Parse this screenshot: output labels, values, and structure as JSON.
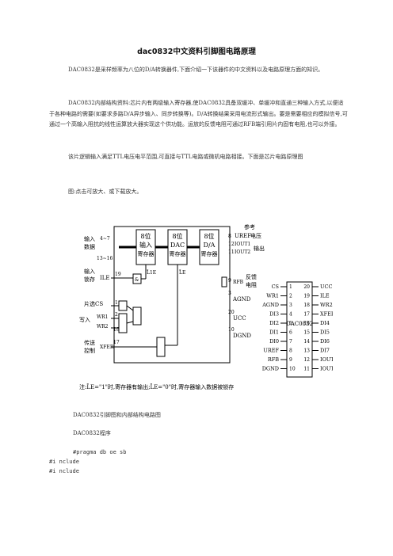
{
  "doc": {
    "title": "dac0832中文资料引脚图电路原理",
    "p1": "DAC0832是采样频率为八位的D/A转换器件,下面介绍一下该器件的中文资料以及电路原理方面的知识。",
    "p2": "DAC0832内部结构资料:芯片内有两级输入寄存器,使DAC0832具备双缓冲、单缓冲和直通三种输入方式,以便适于各种电路的需要(如要求多路D/A异步输入、同步转换等)。D/A转换结果采用电流形式输出。要是需要相应的模拟信号,可通过一个高输入阻抗的线性运算放大器实现这个供功能。运放的反馈电阻可通过RFB端引用片内固有电阻,也可以外接。",
    "p3": "该片逻辑输入满足TTL电压电平范围,可直接与TTL电路或微机电路相接。下面是芯片电路原理图",
    "p4": "图:点击可放大、或下载放大。",
    "caption": "DAC0832引脚图和内部结构电路图",
    "prog": "DAC0832程序",
    "code1": "#pragma db oe sb",
    "code2": "#i nclude",
    "code3": "#i nclude"
  },
  "diagram": {
    "block1": [
      "8位",
      "输入",
      "寄存器"
    ],
    "block2": [
      "8位",
      "DAC",
      "寄存器"
    ],
    "block3": [
      "8位",
      "D/A",
      "寄存器"
    ],
    "in_data": [
      "输入",
      "数据"
    ],
    "in_data_pins": [
      "4~7",
      "13~16"
    ],
    "ile_label": [
      "输入",
      "锁存"
    ],
    "ile": "ILE",
    "ile_pin": "19",
    "l1e": "L̄1E",
    "l2e": "L̄E",
    "cs_label": "片选CS",
    "cs_pin": "1",
    "write_label": "写入",
    "wr1": "WR1",
    "wr1_pin": "2",
    "wr2": "WR2",
    "wr2_pin": "18",
    "xfer_label": [
      "传送",
      "控制"
    ],
    "xfer": "XFER",
    "xfer_pin": "17",
    "ref_label": "参考",
    "vref": "UREF",
    "volt_label": "电压",
    "iout1": "IOUT1",
    "iout2": "IOUT2",
    "out_label": "输出",
    "rfb": "RFB",
    "fb_label": [
      "反馈",
      "电阻"
    ],
    "agnd": "AGND",
    "vcc": "UCC",
    "dgnd": "DGND",
    "pin_nums_right": [
      "8",
      "12",
      "11",
      "9",
      "3",
      "20",
      "10"
    ],
    "note": "注:L̄E=\"1\"时,寄存器有输出;L̄E=\"0\"时,寄存器输入数据被锁存"
  },
  "chip": {
    "name": "DAC0832",
    "left_pins": [
      {
        "n": "1",
        "label": "CS"
      },
      {
        "n": "2",
        "label": "WR1"
      },
      {
        "n": "3",
        "label": "AGND"
      },
      {
        "n": "4",
        "label": "DI3"
      },
      {
        "n": "5",
        "label": "DI2"
      },
      {
        "n": "6",
        "label": "DI1"
      },
      {
        "n": "7",
        "label": "DI0"
      },
      {
        "n": "8",
        "label": "UREF"
      },
      {
        "n": "9",
        "label": "RFB"
      },
      {
        "n": "10",
        "label": "DGND"
      }
    ],
    "right_pins": [
      {
        "n": "20",
        "label": "UCC"
      },
      {
        "n": "19",
        "label": "ILE"
      },
      {
        "n": "18",
        "label": "WR2"
      },
      {
        "n": "17",
        "label": "XFER"
      },
      {
        "n": "16",
        "label": "DI4"
      },
      {
        "n": "15",
        "label": "DI5"
      },
      {
        "n": "14",
        "label": "DI6"
      },
      {
        "n": "13",
        "label": "DI7"
      },
      {
        "n": "12",
        "label": "IOUT2"
      },
      {
        "n": "11",
        "label": "IOUT1"
      }
    ]
  }
}
